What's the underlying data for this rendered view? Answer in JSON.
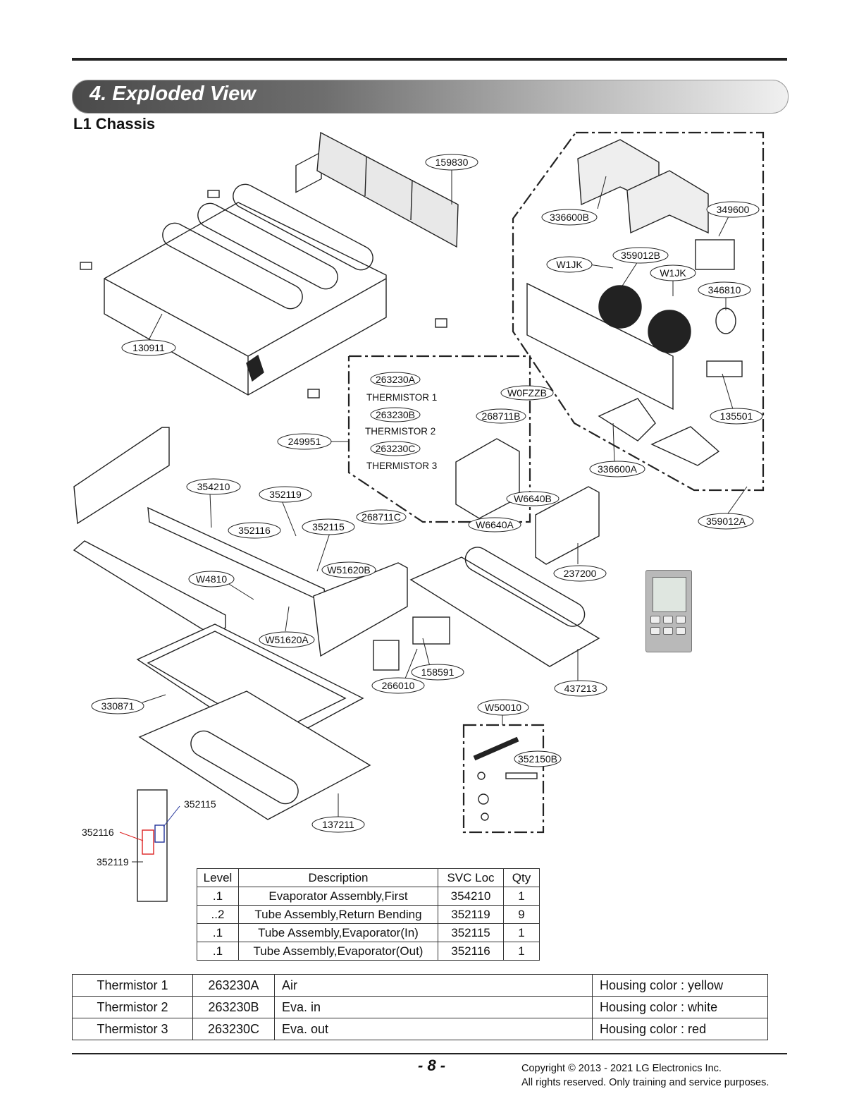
{
  "header": {
    "section_title": "4. Exploded View",
    "subtitle": "L1 Chassis"
  },
  "callouts": {
    "c159830": "159830",
    "c336600B": "336600B",
    "c349600": "349600",
    "c359012B": "359012B",
    "cW1JK_a": "W1JK",
    "cW1JK_b": "W1JK",
    "c346810": "346810",
    "c135501": "135501",
    "c336600A": "336600A",
    "c359012A": "359012A",
    "c130911": "130911",
    "c263230A": "263230A",
    "t1": "THERMISTOR 1",
    "cW0FZZB": "W0FZZB",
    "c263230B": "263230B",
    "t2": "THERMISTOR 2",
    "c268711B": "268711B",
    "c249951": "249951",
    "c263230C": "263230C",
    "t3": "THERMISTOR 3",
    "cW6640B": "W6640B",
    "cW6640A": "W6640A",
    "c354210": "354210",
    "c352119": "352119",
    "c268711C": "268711C",
    "c352116": "352116",
    "c352115": "352115",
    "cW51620B": "W51620B",
    "cW4810": "W4810",
    "cW51620A": "W51620A",
    "c237200": "237200",
    "c158591": "158591",
    "c266010": "266010",
    "c437213": "437213",
    "c330871": "330871",
    "cW50010": "W50010",
    "c352150B": "352150B",
    "c137211": "137211",
    "p352115": "352115",
    "p352116": "352116",
    "p352119": "352119"
  },
  "parts_table": {
    "headers": [
      "Level",
      "Description",
      "SVC Loc",
      "Qty"
    ],
    "rows": [
      [
        ".1",
        "Evaporator Assembly,First",
        "354210",
        "1"
      ],
      [
        "..2",
        "Tube Assembly,Return Bending",
        "352119",
        "9"
      ],
      [
        ".1",
        "Tube Assembly,Evaporator(In)",
        "352115",
        "1"
      ],
      [
        ".1",
        "Tube Assembly,Evaporator(Out)",
        "352116",
        "1"
      ]
    ]
  },
  "thermistor_table": {
    "rows": [
      [
        "Thermistor 1",
        "263230A",
        "Air",
        "Housing color : yellow"
      ],
      [
        "Thermistor 2",
        "263230B",
        "Eva. in",
        "Housing color : white"
      ],
      [
        "Thermistor 3",
        "263230C",
        "Eva. out",
        "Housing color : red"
      ]
    ]
  },
  "footer": {
    "page": "- 8 -",
    "copyright_line1": "Copyright © 2013 - 2021 LG Electronics Inc.",
    "copyright_line2": "All rights reserved. Only training and service purposes."
  }
}
